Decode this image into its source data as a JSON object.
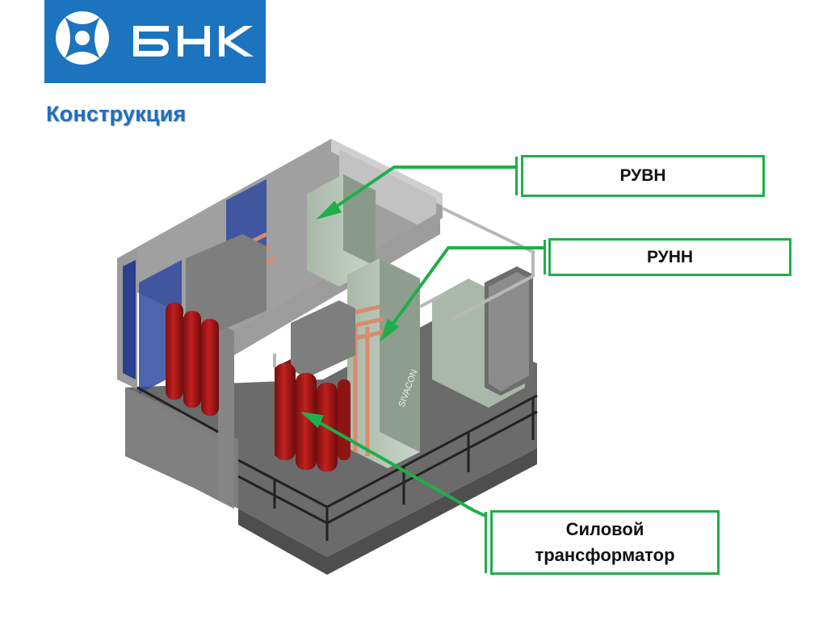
{
  "logo": {
    "brand_text": "БНК",
    "background_color": "#1b74bd",
    "icon": "bnk-emblem-icon"
  },
  "slide": {
    "title": "Конструкция"
  },
  "illustration": {
    "icon": "substation-3d-cutaway-icon"
  },
  "callouts": {
    "hv": {
      "label": "РУВН"
    },
    "lv": {
      "label": "РУНН"
    },
    "transformer": {
      "label": "Силовой\nтрансформатор"
    }
  },
  "colors": {
    "callout_border": "#1fae4b",
    "title": "#1f6fc0",
    "transformer": "#b01818",
    "housing": "#8f8f8f"
  }
}
